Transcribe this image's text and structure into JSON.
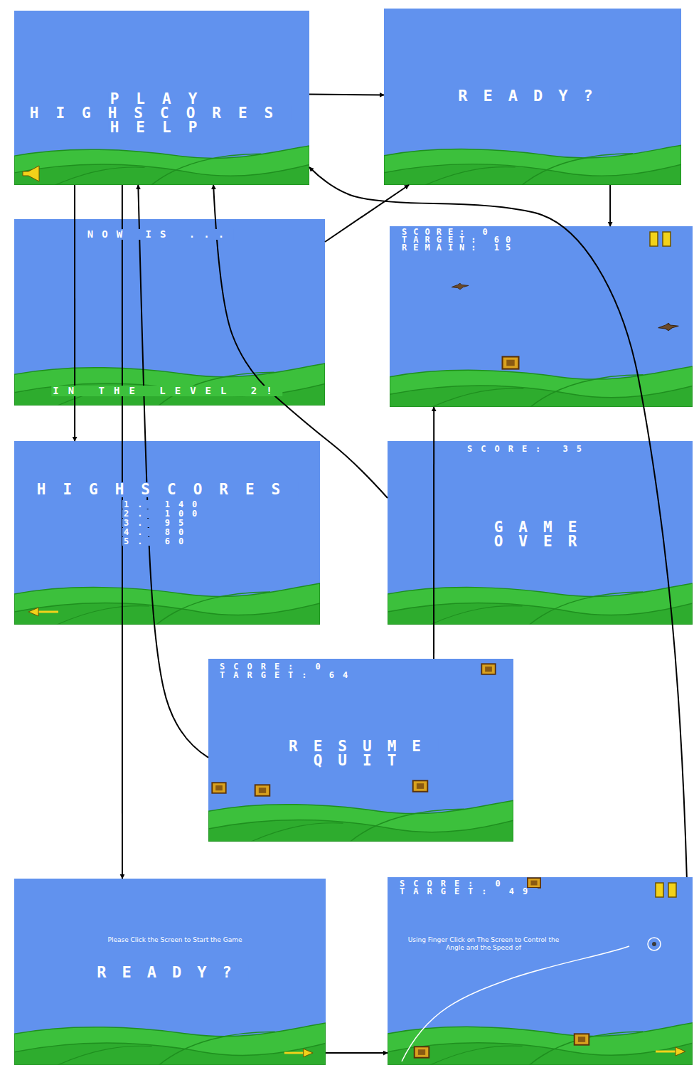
{
  "diagram": {
    "nodes": [
      {
        "text": [
          "PLAY",
          "HIGHSCORES",
          "HELP"
        ]
      },
      {
        "text": [
          "READY?"
        ]
      },
      {
        "text": [
          "NOW IS ...",
          "IN THE LEVEL 2!"
        ]
      },
      {
        "text": [
          "SCORE: 0",
          "TARGET: 60",
          "REMAIN: 15"
        ]
      },
      {
        "text": [
          "HIGHSCORES",
          "1. 140",
          "2. 100",
          "3. 95",
          "4. 80",
          "5. 60"
        ]
      },
      {
        "text": [
          "SCORE: 35",
          "GAME OVER"
        ]
      },
      {
        "text": [
          "SCORE: 0",
          "TARGET: 64",
          "RESUME",
          "QUIT"
        ]
      },
      {
        "text": [
          "Please Click the Screen to Start the Game",
          "READY?"
        ]
      },
      {
        "text": [
          "SCORE: 0",
          "TARGET: 49",
          "Using Finger Click on The Screen to Control the Angle and the Speed of"
        ]
      }
    ],
    "edges": [
      {
        "from": 0,
        "to": 1,
        "arrow": "to"
      },
      {
        "from": 0,
        "to": 4,
        "arrow": "to"
      },
      {
        "from": 0,
        "to": 7,
        "arrow": "to"
      },
      {
        "from": 1,
        "to": 3,
        "arrow": "to"
      },
      {
        "from": 2,
        "to": 1,
        "arrow": "to"
      },
      {
        "from": 5,
        "to": 0,
        "arrow": "to"
      },
      {
        "from": 6,
        "to": 0,
        "arrow": "to"
      },
      {
        "from": 6,
        "to": 3,
        "arrow": "to"
      },
      {
        "from": 7,
        "to": 8,
        "arrow": "to"
      },
      {
        "from": 8,
        "to": 0,
        "arrow": "to"
      }
    ]
  }
}
